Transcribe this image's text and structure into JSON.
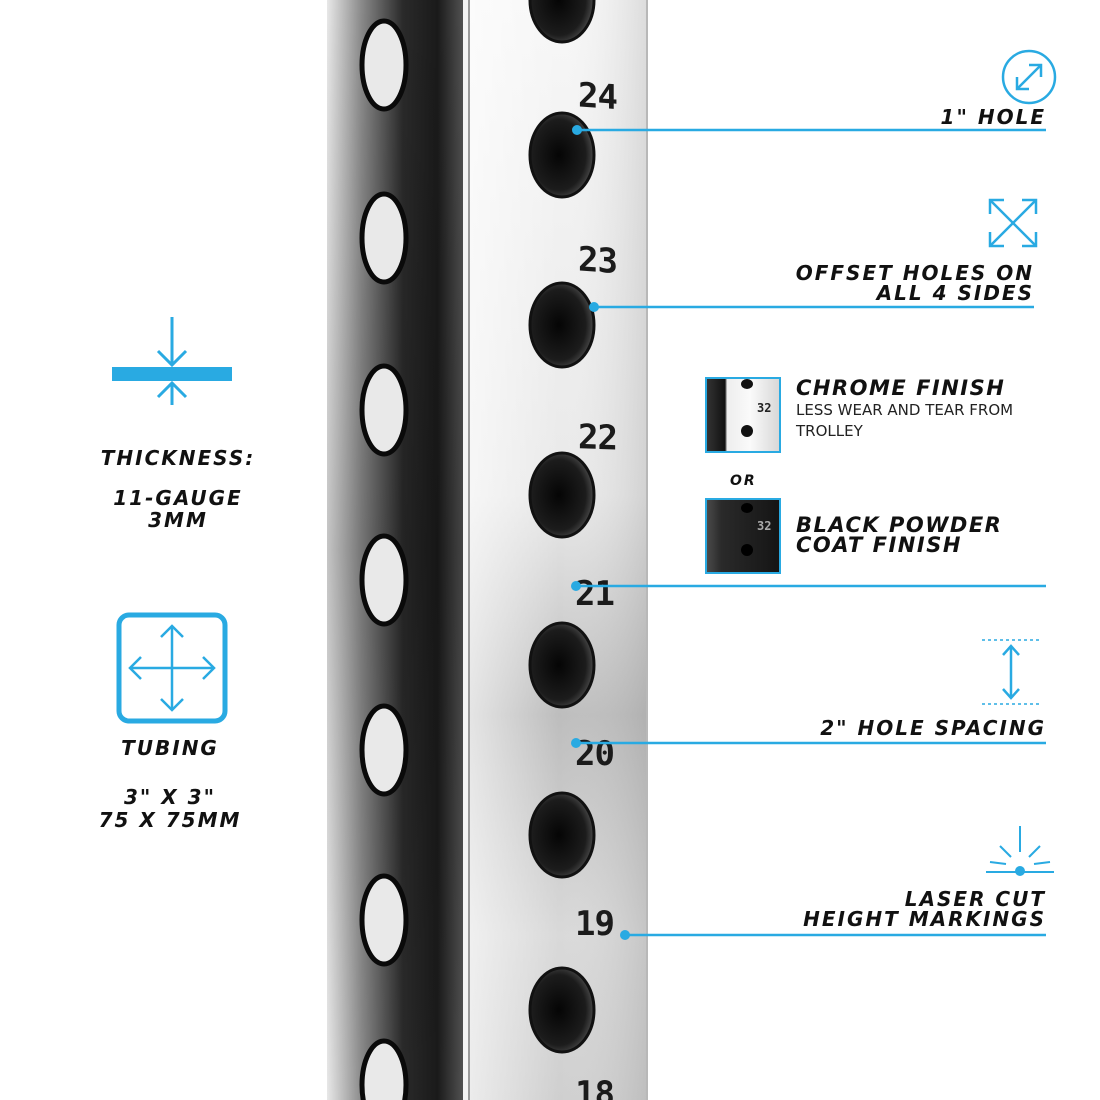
{
  "colors": {
    "accent": "#29aae2",
    "text": "#111111",
    "chrome_dark": "#1a1a1a",
    "chrome_light": "#f2f2f2"
  },
  "post": {
    "hole_numbers": [
      "24",
      "23",
      "22",
      "21",
      "20",
      "19",
      "18"
    ]
  },
  "left_specs": {
    "thickness": {
      "icon": "thickness-arrows-icon",
      "title": "THICKNESS:",
      "line1": "11-GAUGE",
      "line2": "3MM"
    },
    "tubing": {
      "icon": "four-way-arrows-icon",
      "title": "TUBING",
      "line1": "3\" X 3\"",
      "line2": "75 X 75MM"
    }
  },
  "right_features": {
    "hole": {
      "icon": "diagonal-arrow-circle-icon",
      "label": "1\" HOLE"
    },
    "offset": {
      "icon": "expand-arrows-icon",
      "line1": "OFFSET HOLES ON",
      "line2": "ALL 4 SIDES"
    },
    "chrome": {
      "title": "CHROME FINISH",
      "desc_line1": "LESS WEAR AND TEAR FROM",
      "desc_line2": "TROLLEY",
      "thumb_text": "32"
    },
    "or_label": "OR",
    "powder": {
      "line1": "BLACK POWDER",
      "line2": "COAT FINISH",
      "thumb_text": "32"
    },
    "spacing": {
      "icon": "vertical-arrow-icon",
      "label": "2\" HOLE SPACING"
    },
    "laser": {
      "icon": "laser-burst-icon",
      "line1": "LASER CUT",
      "line2": "HEIGHT MARKINGS"
    }
  }
}
